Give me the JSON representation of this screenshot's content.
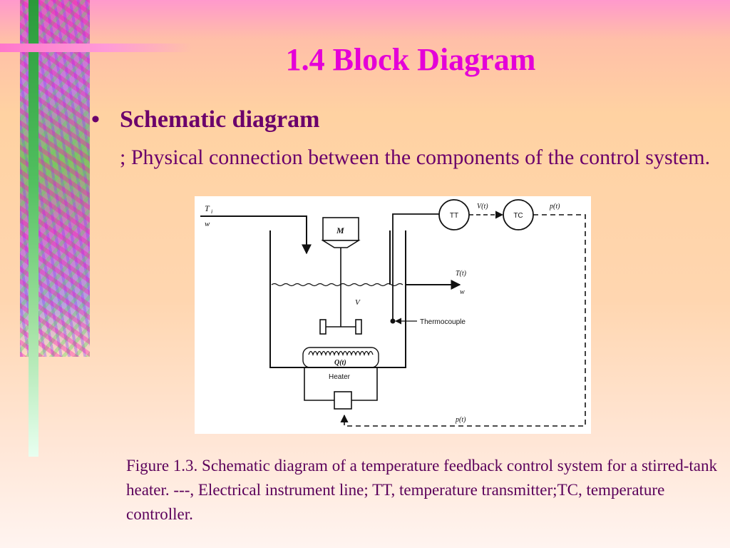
{
  "slide": {
    "title": "1.4 Block Diagram",
    "bullet_symbol": "•",
    "bullet_heading": "Schematic diagram",
    "body_text": "; Physical connection between the components of the control system.",
    "caption": "Figure 1.3. Schematic diagram of a temperature feedback control system for a stirred-tank heater. ---, Electrical instrument line; TT, temperature transmitter;TC, temperature controller."
  },
  "colors": {
    "title": "#e400d8",
    "text": "#6b006b",
    "caption": "#5a005a",
    "accent_stripe": "#2a9a3a"
  },
  "diagram": {
    "inlet_temp": "T",
    "inlet_temp_sub": "i",
    "inlet_flow": "w",
    "motor": "M",
    "volume": "V",
    "transmitter": "TT",
    "controller": "TC",
    "signal_v": "V(t)",
    "signal_p_top": "p(t)",
    "signal_p_bottom": "p(t)",
    "outlet_temp": "T(t)",
    "outlet_flow": "w",
    "thermocouple": "Thermocouple",
    "heat": "Q(t)",
    "heater": "Heater"
  }
}
